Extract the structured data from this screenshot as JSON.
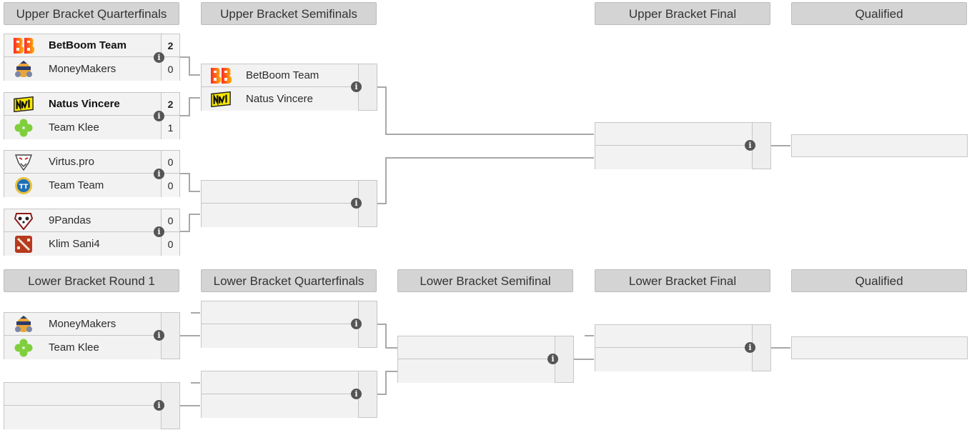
{
  "headers": {
    "ub_qf": "Upper Bracket Quarterfinals",
    "ub_sf": "Upper Bracket Semifinals",
    "ub_final": "Upper Bracket Final",
    "ub_qualified": "Qualified",
    "lb_r1": "Lower Bracket Round 1",
    "lb_qf": "Lower Bracket Quarterfinals",
    "lb_sf": "Lower Bracket Semifinal",
    "lb_final": "Lower Bracket Final",
    "lb_qualified": "Qualified"
  },
  "ub_qf": [
    {
      "team1": "BetBoom Team",
      "icon1": "betboom-logo-icon",
      "score1": "2",
      "team2": "MoneyMakers",
      "icon2": "moneymakers-logo-icon",
      "score2": "0",
      "winner": 1
    },
    {
      "team1": "Natus Vincere",
      "icon1": "navi-logo-icon",
      "score1": "2",
      "team2": "Team Klee",
      "icon2": "team-klee-logo-icon",
      "score2": "1",
      "winner": 1
    },
    {
      "team1": "Virtus.pro",
      "icon1": "virtus-pro-logo-icon",
      "score1": "0",
      "team2": "Team Team",
      "icon2": "team-team-logo-icon",
      "score2": "0",
      "winner": 0
    },
    {
      "team1": "9Pandas",
      "icon1": "9pandas-logo-icon",
      "score1": "0",
      "team2": "Klim Sani4",
      "icon2": "dota-logo-icon",
      "score2": "0",
      "winner": 0
    }
  ],
  "ub_sf": [
    {
      "team1": "BetBoom Team",
      "icon1": "betboom-logo-icon",
      "team2": "Natus Vincere",
      "icon2": "navi-logo-icon"
    }
  ],
  "lb_r1": [
    {
      "team1": "MoneyMakers",
      "icon1": "moneymakers-logo-icon",
      "team2": "Team Klee",
      "icon2": "team-klee-logo-icon"
    }
  ],
  "colors": {
    "header_bg": "#d4d4d4",
    "slot_bg": "#f2f2f2",
    "line": "#a8a8a8",
    "info_icon": "#555555"
  }
}
